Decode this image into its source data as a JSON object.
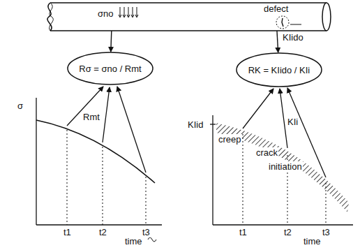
{
  "diagram": {
    "nodes": [
      {
        "text": [
          "σno",
          "defect",
          "KIido"
        ]
      },
      {
        "text": [
          "Rσ = σno / Rmt"
        ]
      },
      {
        "text": [
          "RK = KIido / KIi"
        ]
      }
    ],
    "edges": [
      {
        "from": 0,
        "to": 1,
        "arrow": "to"
      },
      {
        "from": 0,
        "to": 2,
        "arrow": "to"
      }
    ],
    "labels": [
      "σ",
      "Rmt",
      "t1",
      "t2",
      "t3",
      "time",
      "KIid",
      "creep",
      "KIi",
      "crack",
      "initiation",
      "t1",
      "t2",
      "t3",
      "time"
    ]
  }
}
